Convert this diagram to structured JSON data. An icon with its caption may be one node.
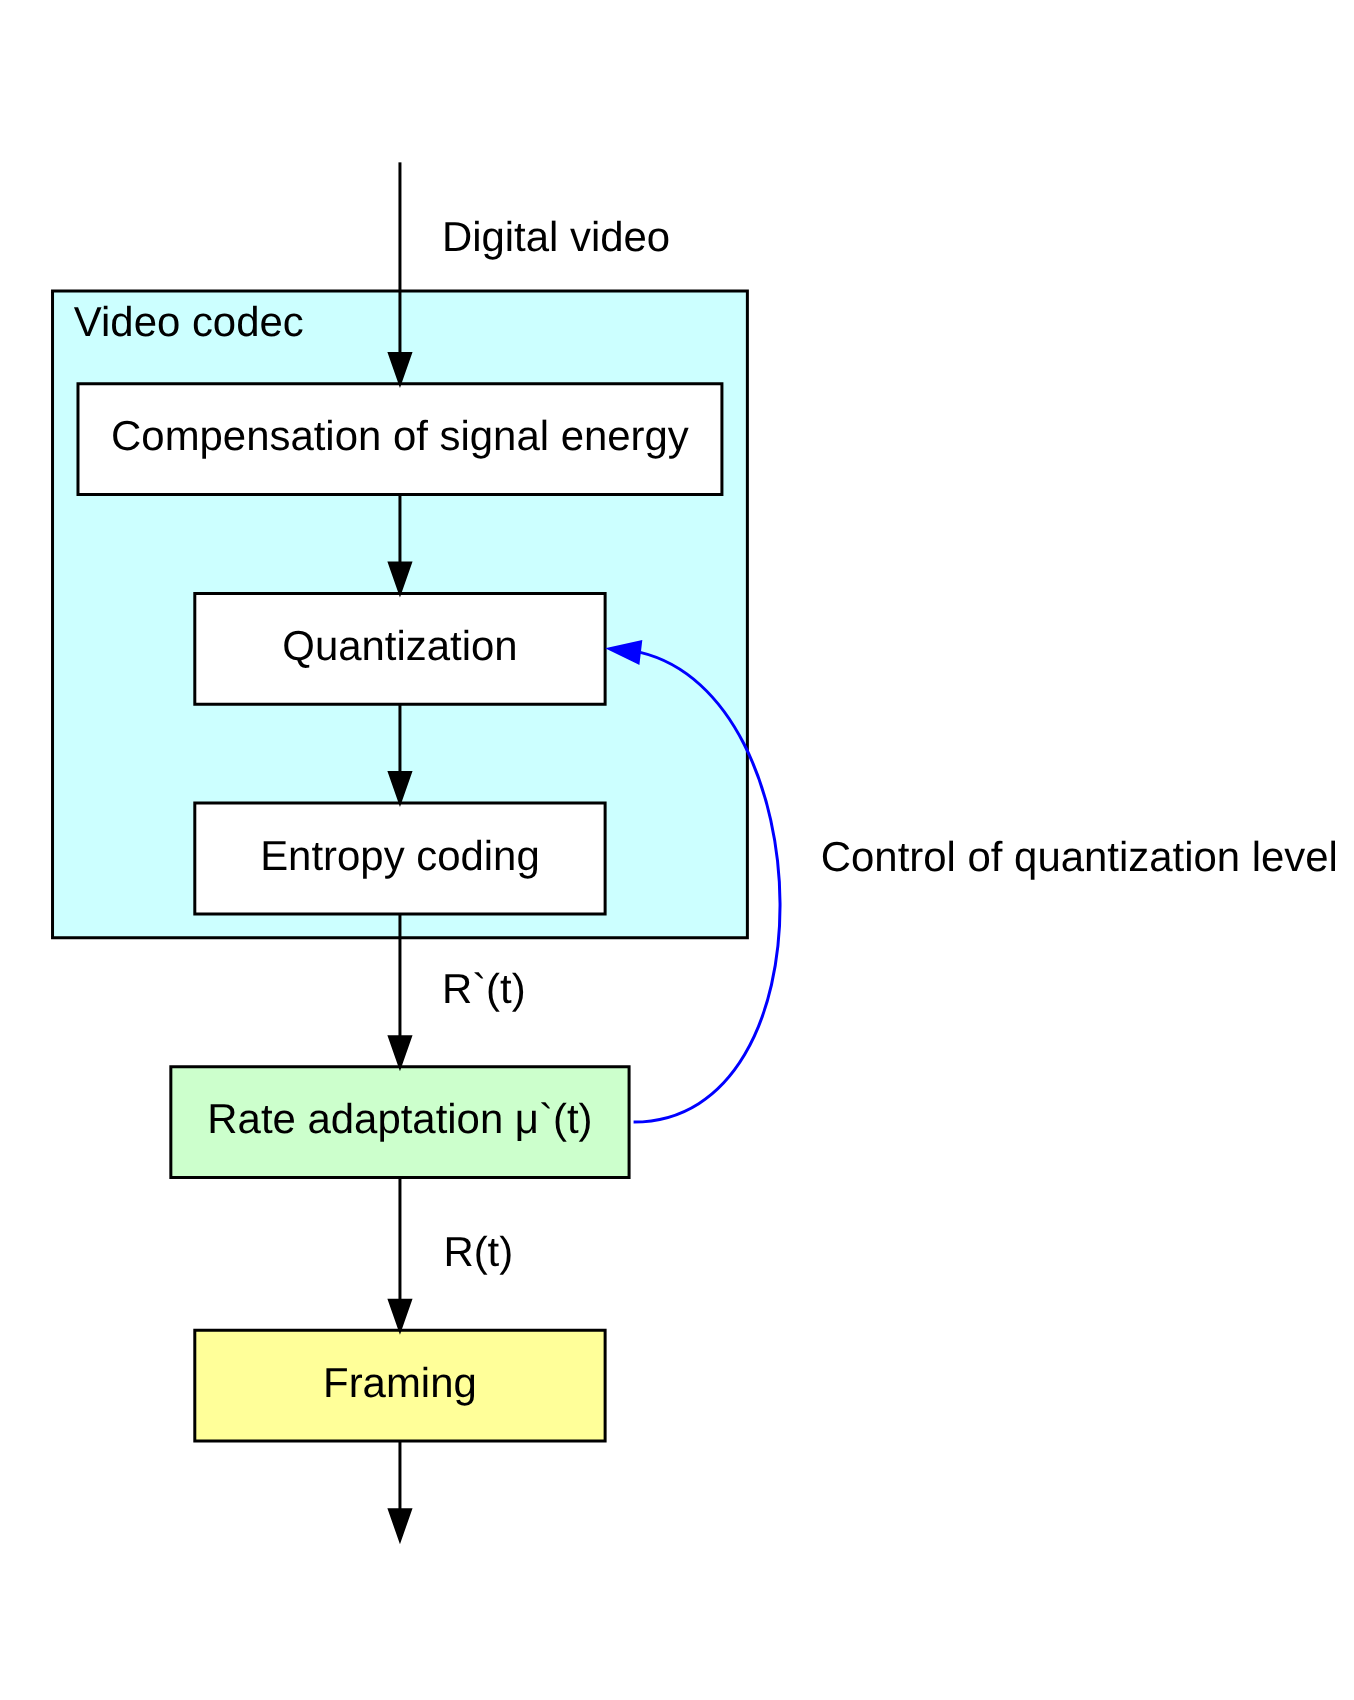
{
  "diagram": {
    "nodes": [
      {
        "text": [
          "Video codec"
        ]
      },
      {
        "text": [
          "Compensation of signal energy"
        ],
        "in": 0
      },
      {
        "text": [
          "Quantization"
        ],
        "in": 0
      },
      {
        "text": [
          "Entropy coding"
        ],
        "in": 0
      },
      {
        "text": [
          "Rate adaptation μ`(t)"
        ]
      },
      {
        "text": [
          "Framing"
        ]
      }
    ],
    "edges": [
      {
        "from": null,
        "to": 1,
        "arrow": "to",
        "label": "Digital video"
      },
      {
        "from": 1,
        "to": 2,
        "arrow": "to"
      },
      {
        "from": 2,
        "to": 3,
        "arrow": "to"
      },
      {
        "from": 3,
        "to": 4,
        "arrow": "to",
        "label": "R`(t)"
      },
      {
        "from": 4,
        "to": 2,
        "arrow": "to",
        "label": "Control of quantization level",
        "color": "#0000ff"
      },
      {
        "from": 4,
        "to": 5,
        "arrow": "to",
        "label": "R(t)"
      },
      {
        "from": 5,
        "to": null,
        "arrow": "to"
      }
    ]
  }
}
